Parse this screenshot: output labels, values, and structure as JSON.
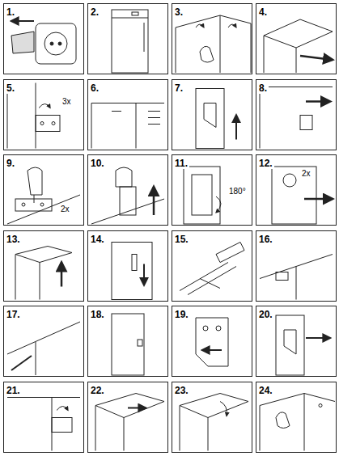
{
  "diagram": {
    "nodes": [
      {
        "text": [
          "1."
        ]
      },
      {
        "text": [
          "2."
        ]
      },
      {
        "text": [
          "3."
        ]
      },
      {
        "text": [
          "4."
        ]
      },
      {
        "text": [
          "5."
        ]
      },
      {
        "text": [
          "6."
        ]
      },
      {
        "text": [
          "7."
        ]
      },
      {
        "text": [
          "8."
        ]
      },
      {
        "text": [
          "9."
        ]
      },
      {
        "text": [
          "10."
        ]
      },
      {
        "text": [
          "11."
        ]
      },
      {
        "text": [
          "12."
        ]
      },
      {
        "text": [
          "13."
        ]
      },
      {
        "text": [
          "14."
        ]
      },
      {
        "text": [
          "15."
        ]
      },
      {
        "text": [
          "16."
        ]
      },
      {
        "text": [
          "17."
        ]
      },
      {
        "text": [
          "18."
        ]
      },
      {
        "text": [
          "19."
        ]
      },
      {
        "text": [
          "20."
        ]
      },
      {
        "text": [
          "21."
        ]
      },
      {
        "text": [
          "22."
        ]
      },
      {
        "text": [
          "23."
        ]
      },
      {
        "text": [
          "24."
        ]
      }
    ],
    "labels": [
      "3x",
      "2x",
      "180°",
      "2x"
    ]
  }
}
